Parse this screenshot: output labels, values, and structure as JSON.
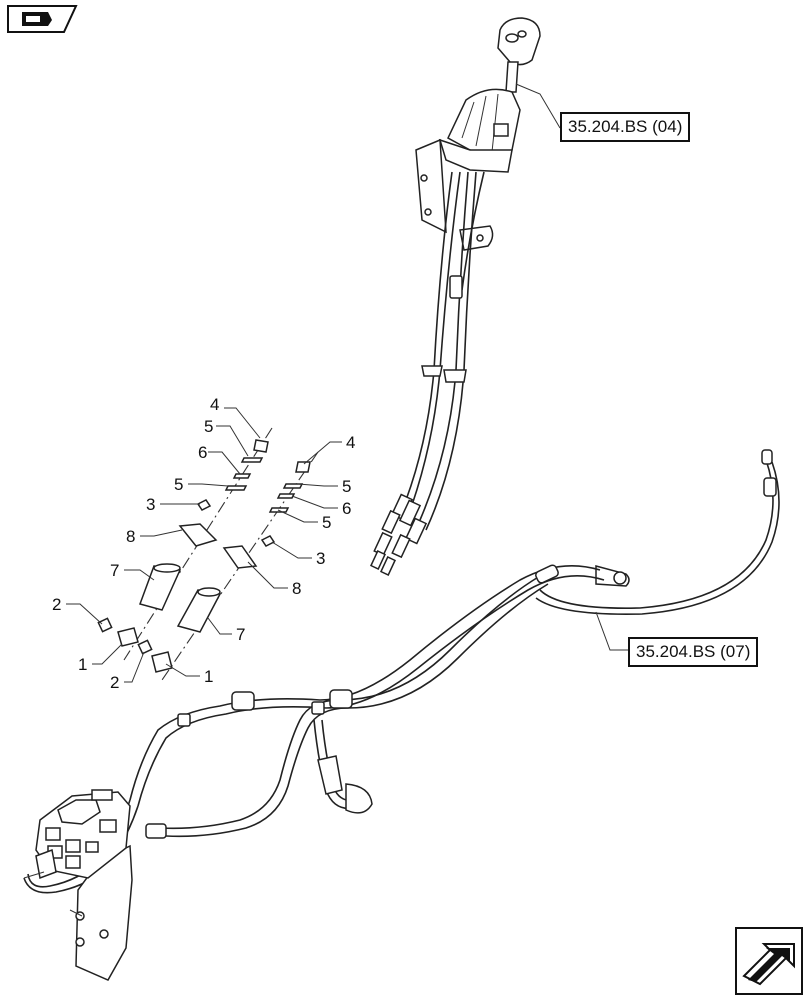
{
  "references": {
    "ref_top": "35.204.BS (04)",
    "ref_mid": "35.204.BS (07)"
  },
  "item_numbers": {
    "n1a": "1",
    "n1b": "1",
    "n2a": "2",
    "n2b": "2",
    "n3a": "3",
    "n3b": "3",
    "n4a": "4",
    "n4b": "4",
    "n5a": "5",
    "n5b": "5",
    "n5c": "5",
    "n5d": "5",
    "n6a": "6",
    "n6b": "6",
    "n7a": "7",
    "n7b": "7",
    "n8a": "8",
    "n8b": "8"
  },
  "icons": {
    "top_left": "catalog-book-icon",
    "bottom_right": "next-page-arrow-icon"
  }
}
